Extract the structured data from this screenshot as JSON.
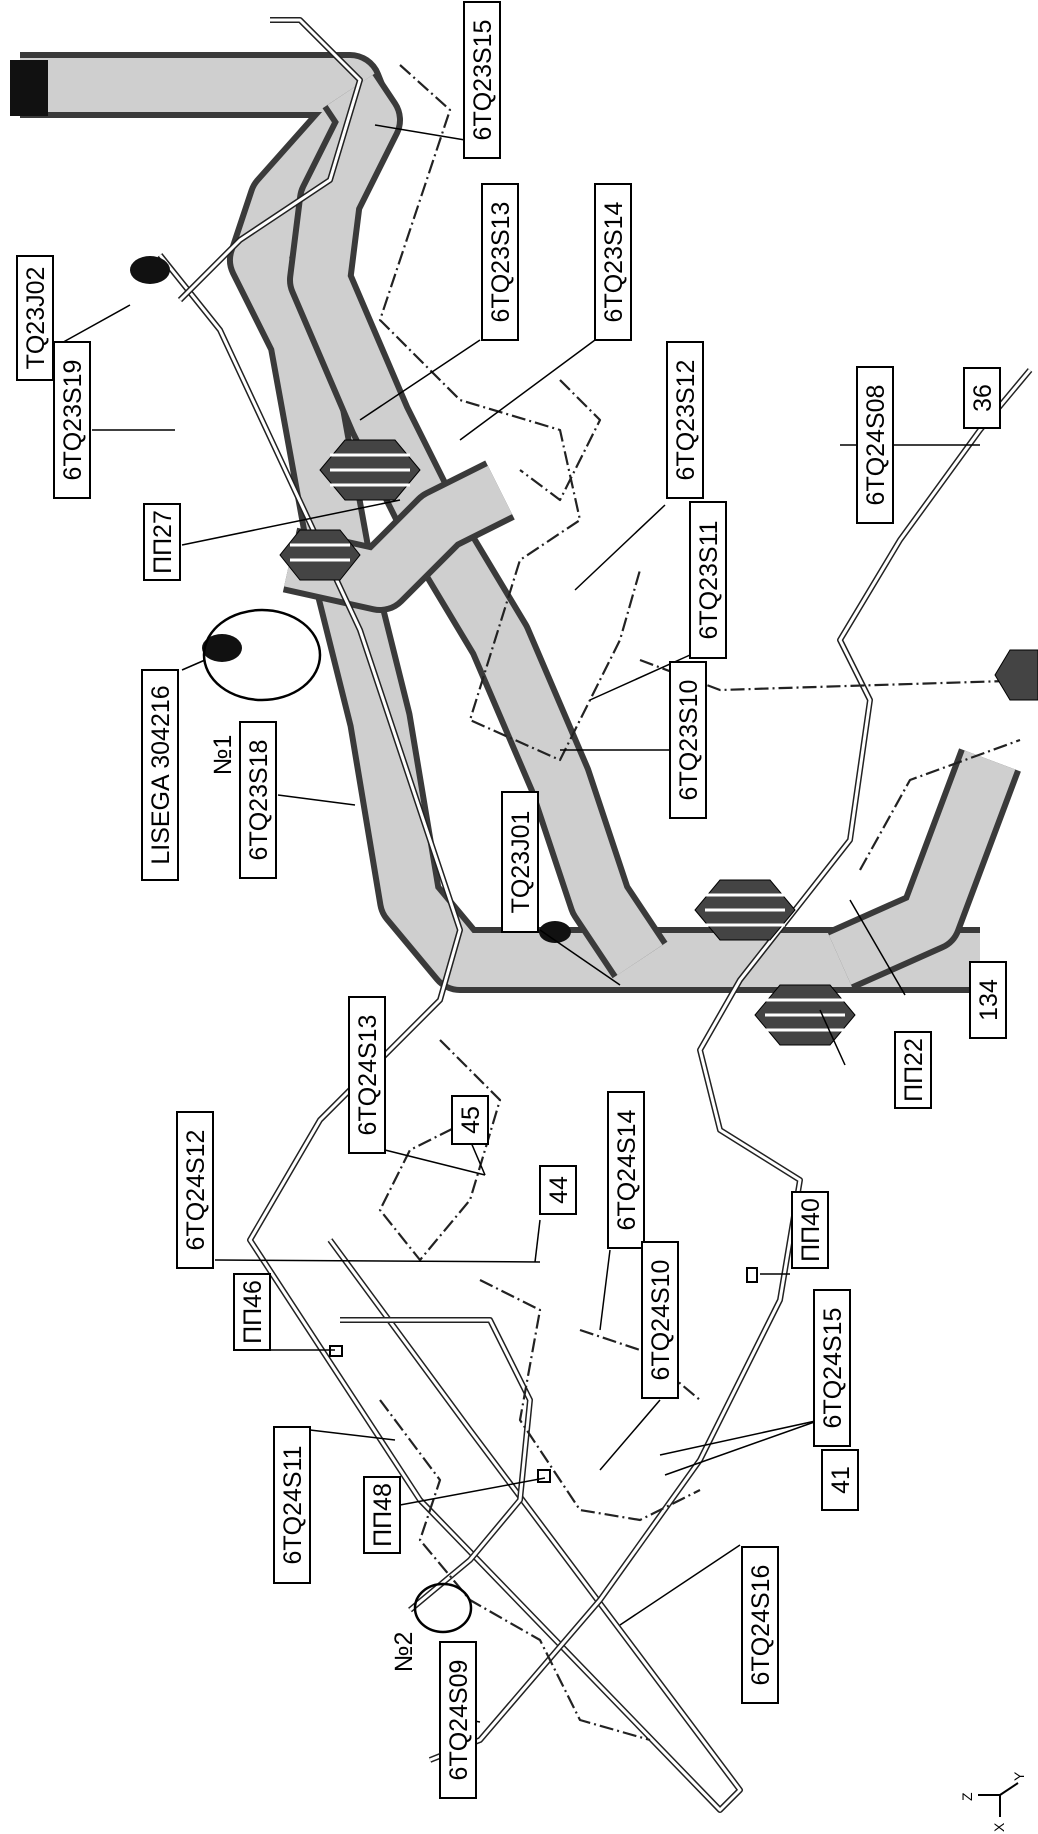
{
  "labels": {
    "TQ23J02": "TQ23J02",
    "6TQ23S19": "6TQ23S19",
    "PP27": "ПП27",
    "LISEGA": "LISEGA 304216",
    "no1": "№1",
    "6TQ23S18": "6TQ23S18",
    "6TQ23S15": "6TQ23S15",
    "6TQ23S13": "6TQ23S13",
    "6TQ23S14": "6TQ23S14",
    "6TQ23S12": "6TQ23S12",
    "6TQ23S11": "6TQ23S11",
    "6TQ23S10": "6TQ23S10",
    "TQ23J01": "TQ23J01",
    "6TQ24S08": "6TQ24S08",
    "n36": "36",
    "n134": "134",
    "PP22": "ПП22",
    "6TQ24S13": "6TQ24S13",
    "n45": "45",
    "6TQ24S12": "6TQ24S12",
    "n44": "44",
    "6TQ24S14": "6TQ24S14",
    "6TQ24S10": "6TQ24S10",
    "PP40": "ПП40",
    "PP46": "ПП46",
    "6TQ24S15": "6TQ24S15",
    "6TQ24S11": "6TQ24S11",
    "n41": "41",
    "PP48": "ПП48",
    "6TQ24S16": "6TQ24S16",
    "no2": "№2",
    "6TQ24S09": "6TQ24S09"
  },
  "axes": {
    "z": "Z",
    "y": "Y",
    "x": "X"
  },
  "colors": {
    "pipe_fill": "#cfcfcf",
    "pipe_edge": "#3a3a3a",
    "line": "#222222"
  }
}
